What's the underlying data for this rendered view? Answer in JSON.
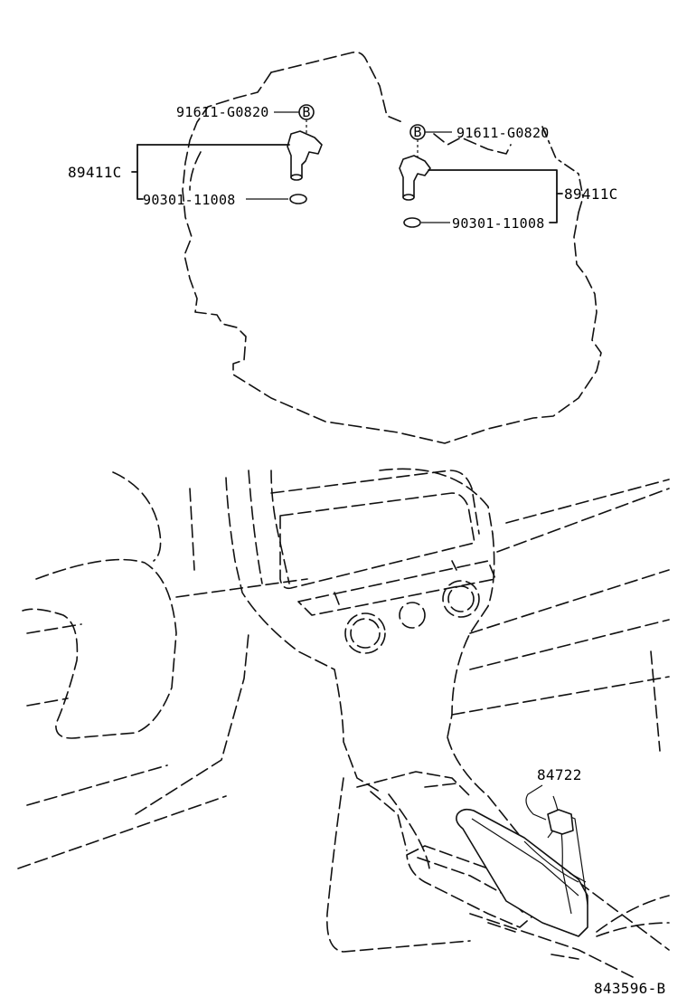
{
  "labels": {
    "left_bolt": "91611-G0820",
    "left_sensor": "89411C",
    "left_gasket": "90301-11008",
    "right_bolt": "91611-G0820",
    "right_sensor": "89411C",
    "right_gasket": "90301-11008",
    "shift_part": "84722",
    "bolt_mark": "B"
  },
  "diagram_id": "843596-B"
}
